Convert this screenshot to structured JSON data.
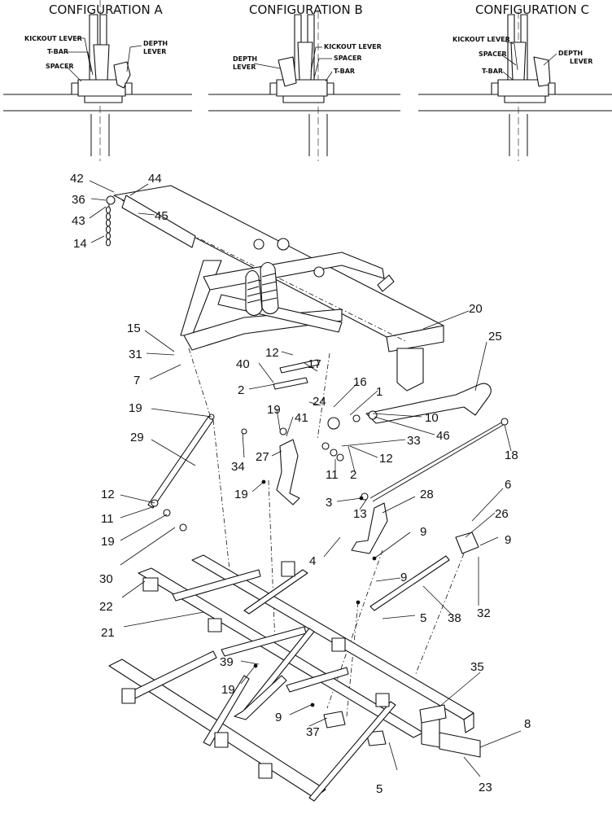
{
  "configurations": [
    {
      "title": "CONFIGURATION A",
      "labels": [
        "KICKOUT LEVER",
        "T-BAR",
        "SPACER",
        "DEPTH LEVER"
      ]
    },
    {
      "title": "CONFIGURATION B",
      "labels": [
        "DEPTH LEVER",
        "KICKOUT LEVER",
        "SPACER",
        "T-BAR"
      ]
    },
    {
      "title": "CONFIGURATION C",
      "labels": [
        "KICKOUT LEVER",
        "SPACER",
        "T-BAR",
        "DEPTH LEVER"
      ]
    }
  ],
  "callouts": [
    "42",
    "44",
    "36",
    "43",
    "45",
    "14",
    "20",
    "25",
    "15",
    "31",
    "7",
    "12",
    "40",
    "17",
    "2",
    "16",
    "1",
    "24",
    "10",
    "46",
    "18",
    "19",
    "29",
    "19",
    "41",
    "27",
    "33",
    "34",
    "11",
    "2",
    "12",
    "19",
    "3",
    "13",
    "12",
    "11",
    "19",
    "30",
    "28",
    "6",
    "26",
    "9",
    "4",
    "9",
    "32",
    "9",
    "5",
    "38",
    "22",
    "21",
    "35",
    "39",
    "19",
    "9",
    "37",
    "8",
    "5",
    "23"
  ]
}
